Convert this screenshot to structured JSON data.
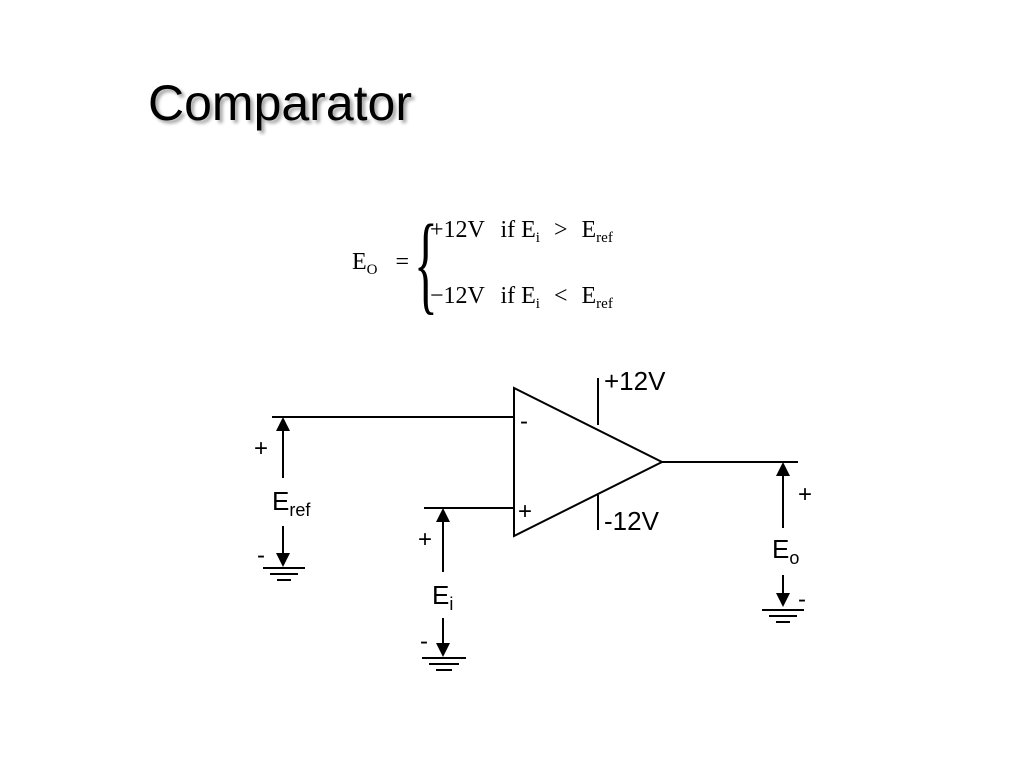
{
  "title": "Comparator",
  "equation": {
    "lhs_symbol": "E",
    "lhs_sub": "O",
    "equals": "=",
    "case_high": {
      "value": "+12V",
      "cond_word": "if",
      "lhs": "E",
      "lhs_sub": "i",
      "op": ">",
      "rhs": "E",
      "rhs_sub": "ref"
    },
    "case_low": {
      "value": "−12V",
      "cond_word": "if",
      "lhs": "E",
      "lhs_sub": "i",
      "op": "<",
      "rhs": "E",
      "rhs_sub": "ref"
    }
  },
  "circuit": {
    "supply_pos": "+12V",
    "supply_neg": "-12V",
    "opamp_inv_sign": "-",
    "opamp_noninv_sign": "+",
    "eref": {
      "symbol": "E",
      "sub": "ref",
      "plus": "+",
      "minus": "-"
    },
    "ei": {
      "symbol": "E",
      "sub": "i",
      "plus": "+",
      "minus": "-"
    },
    "eo": {
      "symbol": "E",
      "sub": "o",
      "plus": "+",
      "minus": "-"
    }
  }
}
